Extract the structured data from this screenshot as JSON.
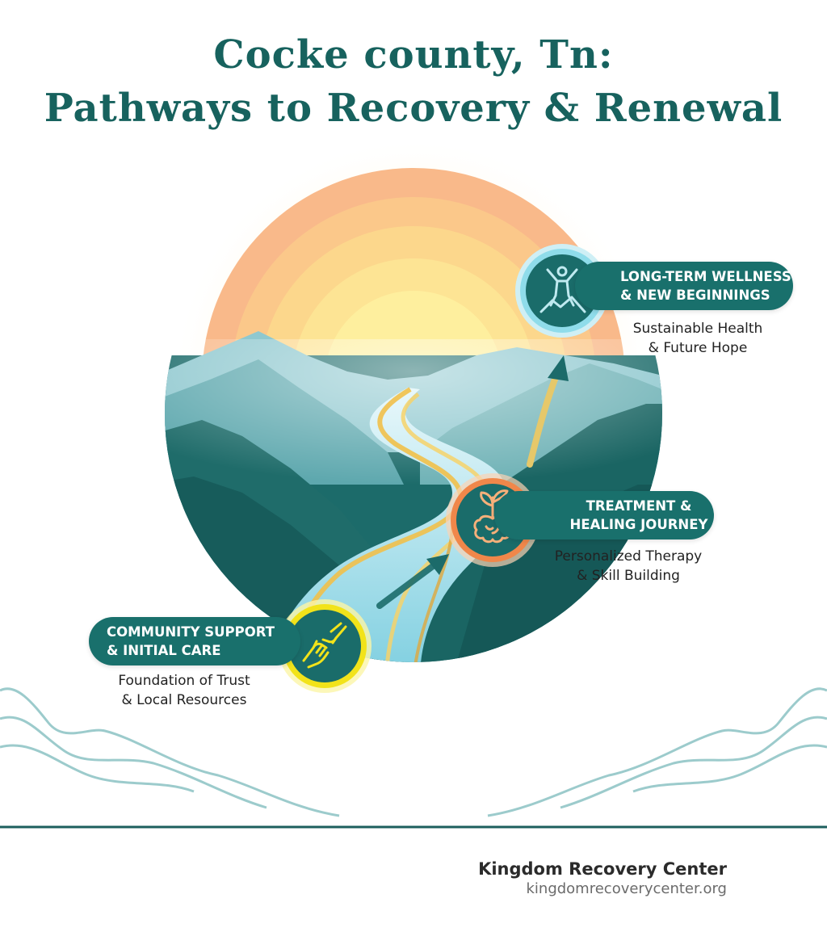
{
  "title": {
    "line1": "Cocke county, Tn:",
    "line2": "Pathways to Recovery & Renewal"
  },
  "stages": {
    "wellness": {
      "title_line1": "LONG-TERM WELLNESS",
      "title_line2": "& NEW BEGINNINGS",
      "desc_line1": "Sustainable Health",
      "desc_line2": "& Future Hope",
      "icon": "person-on-mountain-icon"
    },
    "treatment": {
      "title_line1": "TREATMENT &",
      "title_line2": "HEALING JOURNEY",
      "desc_line1": "Personalized Therapy",
      "desc_line2": "& Skill Building",
      "icon": "brain-sprout-icon"
    },
    "community": {
      "title_line1": "COMMUNITY SUPPORT",
      "title_line2": "& INITIAL CARE",
      "desc_line1": "Foundation of Trust",
      "desc_line2": "& Local Resources",
      "icon": "helping-hands-icon"
    }
  },
  "footer": {
    "name": "Kingdom Recovery Center",
    "url": "kingdomrecoverycenter.org"
  },
  "colors": {
    "teal_dark": "#17625e",
    "pill": "#19706c",
    "sun": "#fbd86a",
    "ring_orange": "#f0874a",
    "ring_yellow": "#f2e31a",
    "ring_light": "#8fdcea"
  }
}
